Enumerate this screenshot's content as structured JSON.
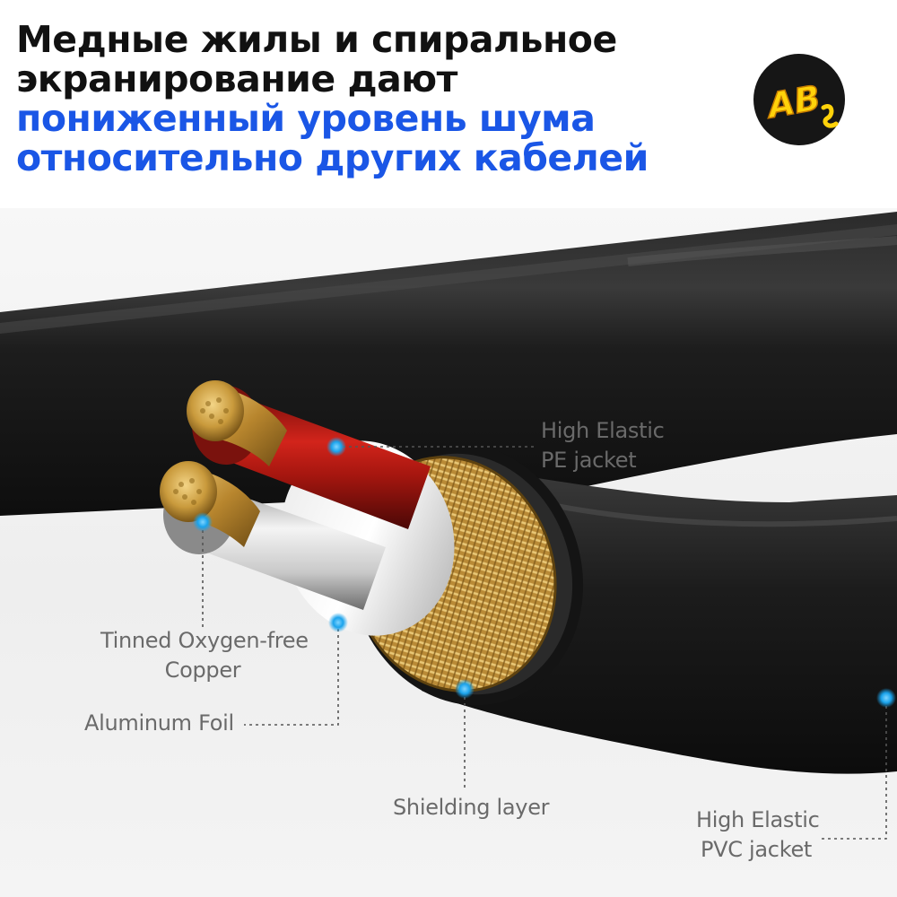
{
  "headline": {
    "line1": "Медные жилы и спиральное",
    "line2": "экранирование дают",
    "line3": "пониженный уровень шума",
    "line4": "относительно других кабелей"
  },
  "logo": {
    "text": "AB"
  },
  "callouts": {
    "pe_jacket": [
      "High Elastic",
      "PE jacket"
    ],
    "copper": [
      "Tinned Oxygen-free",
      "Copper"
    ],
    "foil": "Aluminum Foil",
    "shielding": "Shielding layer",
    "pvc_jacket": [
      "High Elastic",
      "PVC jacket"
    ]
  },
  "colors": {
    "headline_dark": "#111111",
    "headline_blue": "#1a56e6",
    "marker_dot": "#1aa3ec",
    "logo_yellow": "#ffd20a",
    "logo_bg": "#161616"
  }
}
